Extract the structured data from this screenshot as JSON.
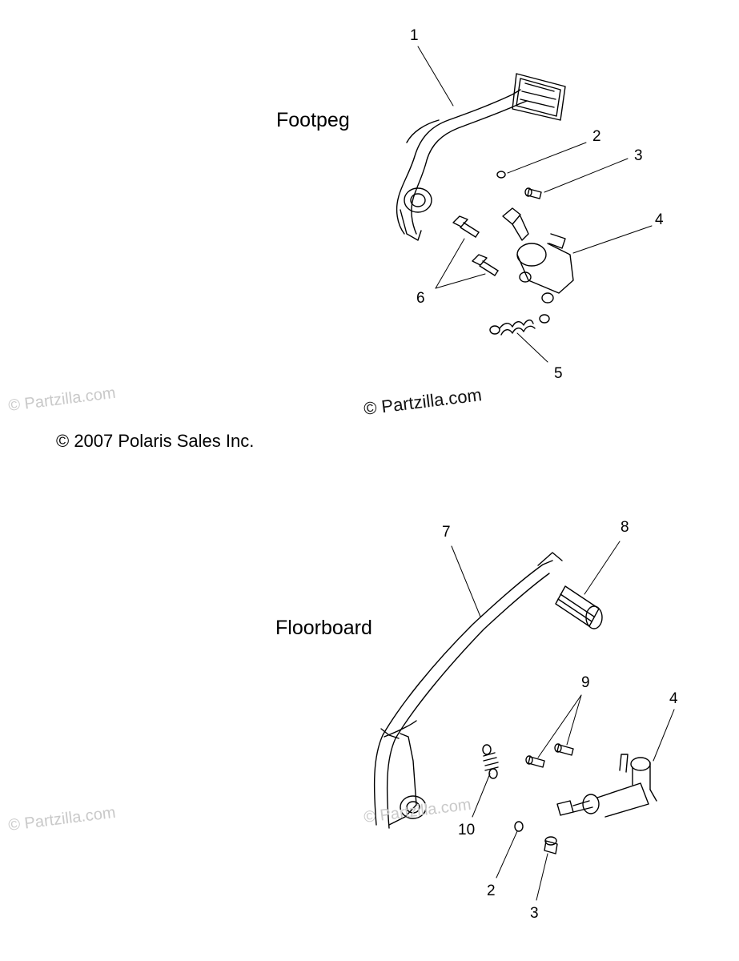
{
  "sections": {
    "footpeg": "Footpeg",
    "floorboard": "Floorboard"
  },
  "copyright": "© 2007 Polaris Sales Inc.",
  "watermark": "© Partzilla.com",
  "callouts_top": [
    "1",
    "2",
    "3",
    "4",
    "5",
    "6"
  ],
  "callouts_bottom": [
    "7",
    "8",
    "9",
    "4",
    "10",
    "2",
    "3"
  ]
}
